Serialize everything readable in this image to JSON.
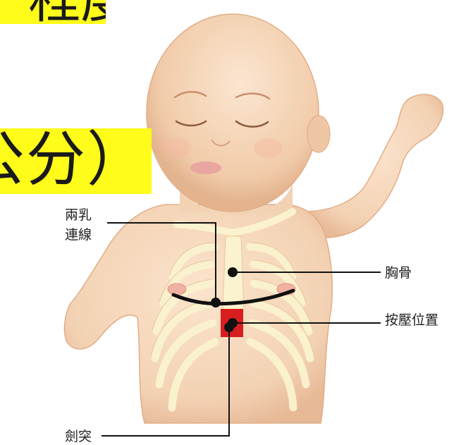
{
  "banners": {
    "top_fragment": "程度",
    "mid_fragment": "公分）"
  },
  "labels": {
    "nipple_line_1": "兩乳",
    "nipple_line_2": "連線",
    "sternum": "胸骨",
    "compression_site": "按壓位置",
    "xiphoid": "劍突"
  },
  "colors": {
    "highlight": "#fffb1a",
    "skin": "#f6d8bd",
    "bone": "#fbf3cf",
    "press_marker": "#d81e1e",
    "line": "#111111"
  }
}
